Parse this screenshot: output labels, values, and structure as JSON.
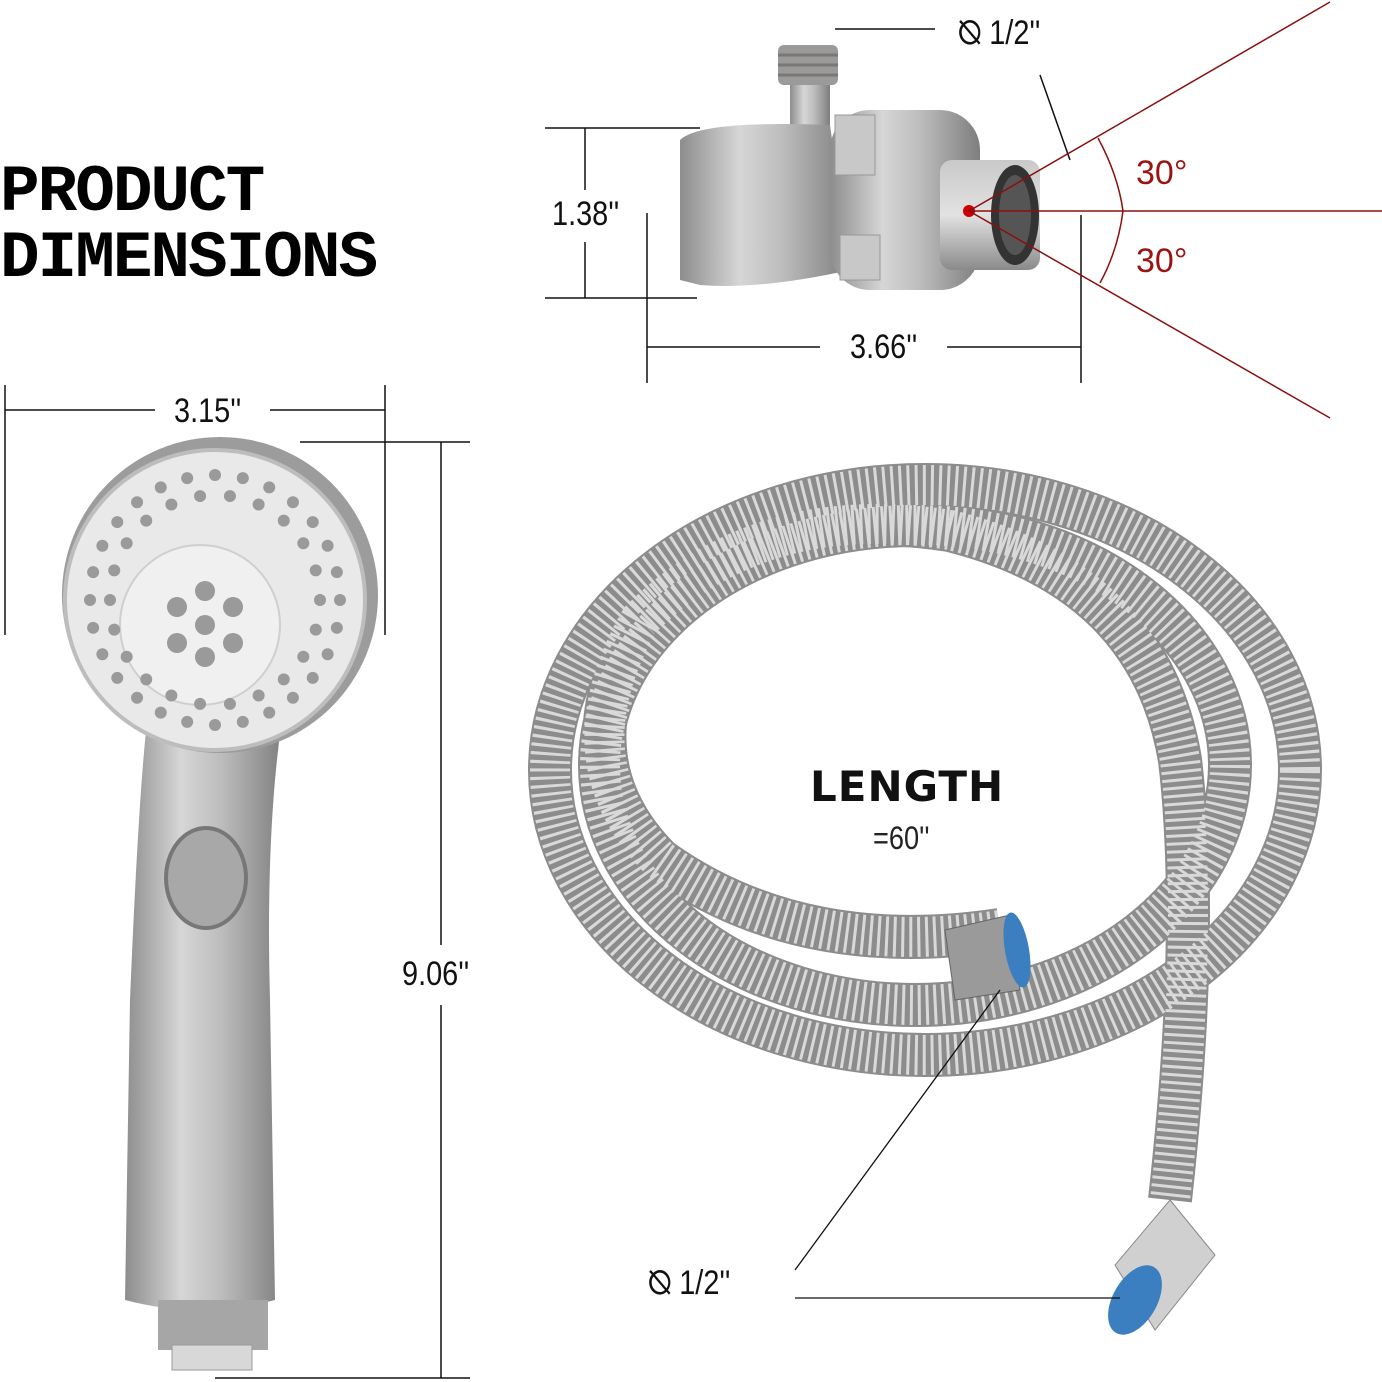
{
  "title": {
    "line1": "PRODUCT",
    "line2": "DIMENSIONS"
  },
  "diverter": {
    "thread_diameter": "1/2''",
    "height": "1.38''",
    "width": "3.66''",
    "angle_up": "30°",
    "angle_down": "30°"
  },
  "shower_head": {
    "width": "3.15''",
    "height": "9.06''"
  },
  "hose": {
    "length_label": "LENGTH",
    "length_value": "=60''",
    "connector_diameter": "1/2''"
  },
  "icons": {
    "diameter": "diameter-symbol-icon"
  },
  "colors": {
    "angle_annotation": "#9a1414",
    "hose_end_cap": "#3c7fc0",
    "metal": "#b8b8b8"
  }
}
